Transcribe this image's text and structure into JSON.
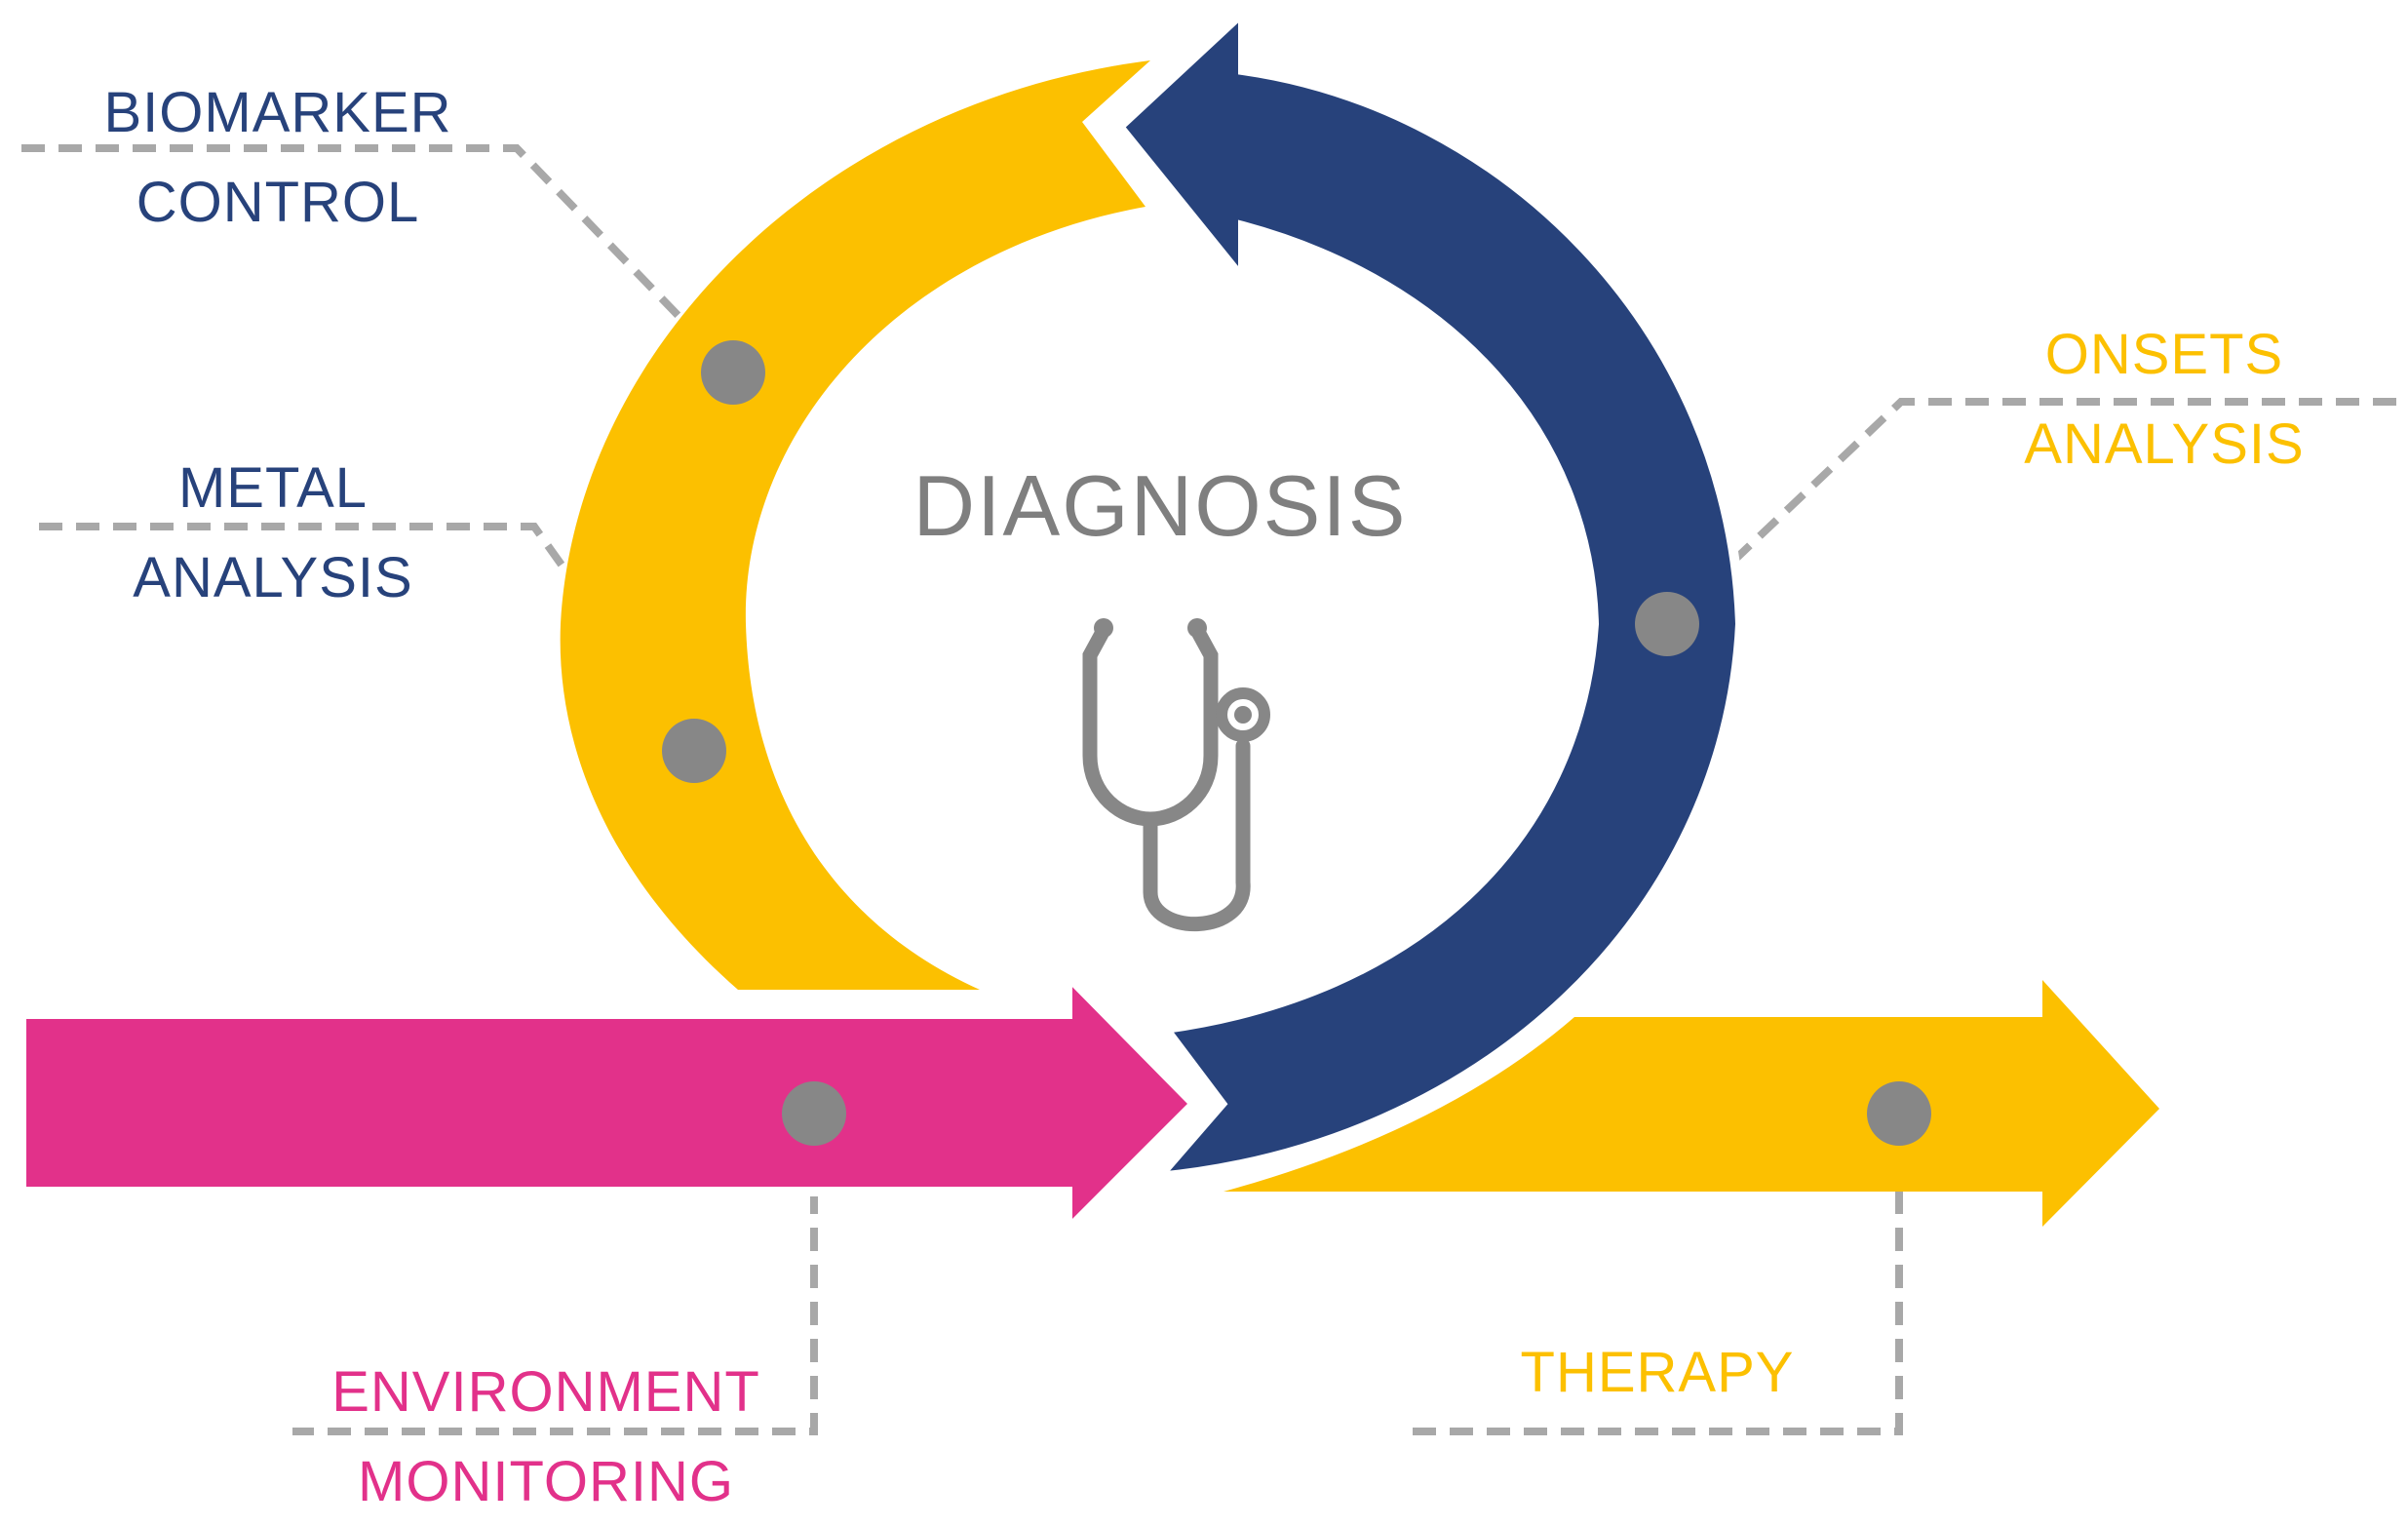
{
  "center": {
    "title": "DIAGNOSIS",
    "icon": "stethoscope-icon"
  },
  "labels": {
    "biomarker_control": [
      "BIOMARKER",
      "CONTROL"
    ],
    "metal_analysis": [
      "METAL",
      "ANALYSIS"
    ],
    "onsets_analysis": [
      "ONSETS",
      "ANALYSIS"
    ],
    "environment_monitoring": [
      "ENVIRONMENT",
      "MONITORING"
    ],
    "therapy": [
      "THERAPY"
    ]
  },
  "colors": {
    "navy": "#27427b",
    "yellow": "#fcc000",
    "magenta": "#e2318a",
    "gray": "#878787",
    "dash": "#a8a8a8",
    "title_gray": "#7f7f7f"
  }
}
